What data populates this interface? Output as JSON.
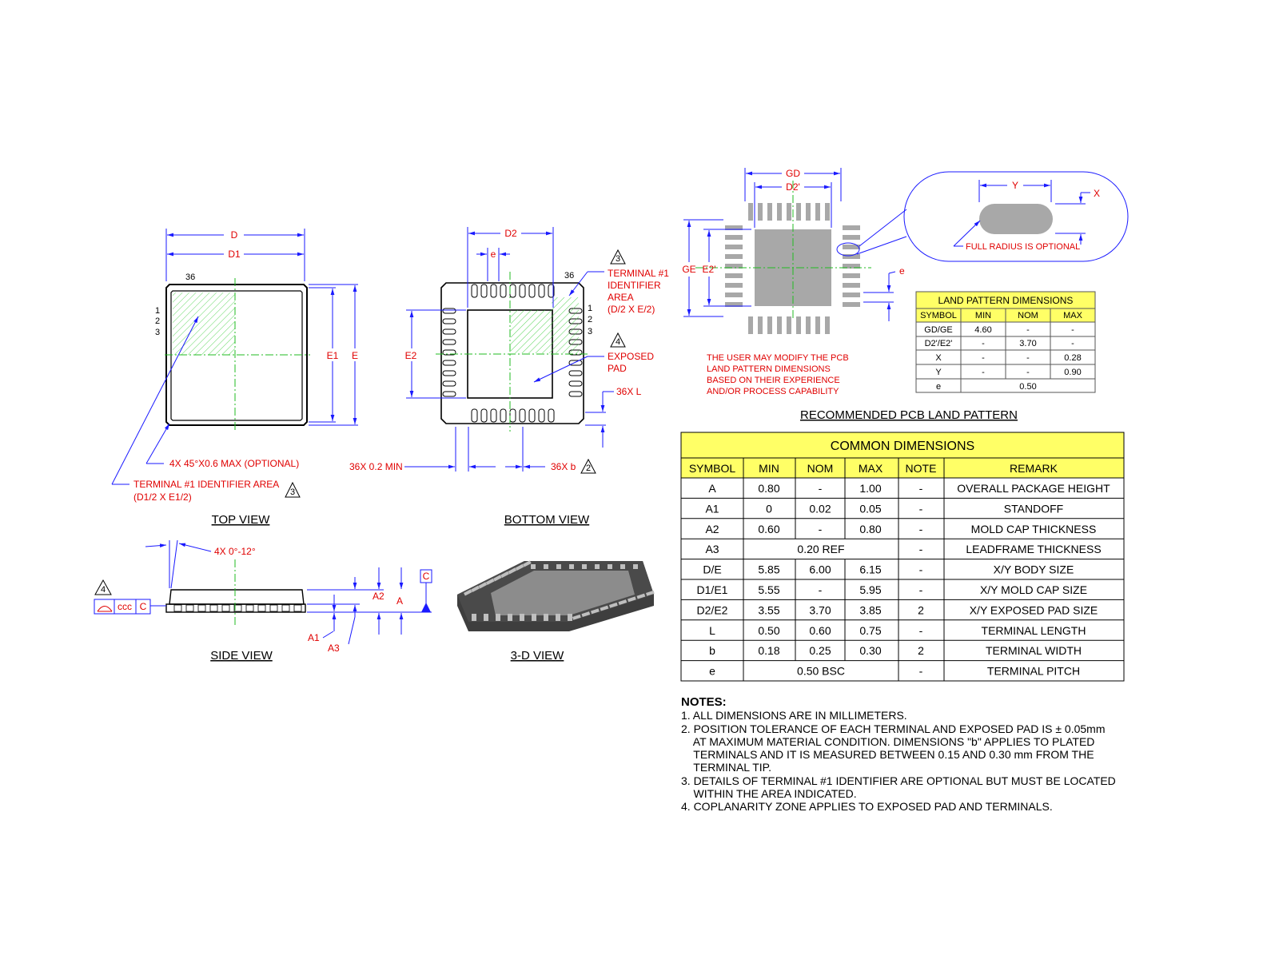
{
  "views": {
    "top_view": "TOP VIEW",
    "bottom_view": "BOTTOM VIEW",
    "side_view": "SIDE VIEW",
    "three_d_view": "3-D VIEW"
  },
  "top_labels": {
    "D": "D",
    "D1": "D1",
    "E1": "E1",
    "E": "E",
    "pin36": "36",
    "pin1": "1",
    "pin2": "2",
    "pin3": "3",
    "chamfer": "4X 45°X0.6 MAX (OPTIONAL)",
    "term_id_area": "TERMINAL #1 IDENTIFIER AREA",
    "term_id_dims": "(D1/2 X E1/2)",
    "note3": "3"
  },
  "bottom_labels": {
    "D2": "D2",
    "e": "e",
    "E2": "E2",
    "pin36": "36",
    "pin1": "1",
    "pin2": "2",
    "pin3": "3",
    "term_id_1": "TERMINAL #1",
    "term_id_2": "IDENTIFIER",
    "term_id_3": "AREA",
    "term_id_4": "(D/2 X E/2)",
    "exposed_1": "EXPOSED",
    "exposed_2": "PAD",
    "L": "36X L",
    "min": "36X 0.2 MIN",
    "b": "36X b",
    "note3": "3",
    "note4": "4",
    "note2": "2"
  },
  "side_labels": {
    "angle": "4X 0°-12°",
    "A2": "A2",
    "A": "A",
    "A1": "A1",
    "A3": "A3",
    "C": "C",
    "ccc": "ccc",
    "note4": "4"
  },
  "land_pattern": {
    "GD": "GD",
    "D2p": "D2'",
    "GE": "GE",
    "E2p": "E2'",
    "e": "e",
    "Y": "Y",
    "X": "X",
    "full_radius": "FULL RADIUS IS OPTIONAL",
    "user_note": [
      "THE USER MAY MODIFY THE PCB",
      "LAND PATTERN DIMENSIONS",
      "BASED ON THEIR EXPERIENCE",
      "AND/OR PROCESS CAPABILITY"
    ],
    "title": "RECOMMENDED PCB LAND PATTERN",
    "table": {
      "title": "LAND PATTERN DIMENSIONS",
      "headers": [
        "SYMBOL",
        "MIN",
        "NOM",
        "MAX"
      ],
      "rows": [
        [
          "GD/GE",
          "4.60",
          "-",
          "-"
        ],
        [
          "D2'/E2'",
          "-",
          "3.70",
          "-"
        ],
        [
          "X",
          "-",
          "-",
          "0.28"
        ],
        [
          "Y",
          "-",
          "-",
          "0.90"
        ]
      ],
      "last_row": [
        "e",
        "0.50"
      ]
    }
  },
  "common_dimensions": {
    "title": "COMMON DIMENSIONS",
    "headers": [
      "SYMBOL",
      "MIN",
      "NOM",
      "MAX",
      "NOTE",
      "REMARK"
    ],
    "rows": [
      {
        "symbol": "A",
        "min": "0.80",
        "nom": "-",
        "max": "1.00",
        "note": "-",
        "remark": "OVERALL PACKAGE HEIGHT"
      },
      {
        "symbol": "A1",
        "min": "0",
        "nom": "0.02",
        "max": "0.05",
        "note": "-",
        "remark": "STANDOFF"
      },
      {
        "symbol": "A2",
        "min": "0.60",
        "nom": "-",
        "max": "0.80",
        "note": "-",
        "remark": "MOLD CAP THICKNESS"
      },
      {
        "symbol": "A3",
        "merged": "0.20 REF",
        "note": "-",
        "remark": "LEADFRAME THICKNESS"
      },
      {
        "symbol": "D/E",
        "min": "5.85",
        "nom": "6.00",
        "max": "6.15",
        "note": "-",
        "remark": "X/Y BODY SIZE"
      },
      {
        "symbol": "D1/E1",
        "min": "5.55",
        "nom": "-",
        "max": "5.95",
        "note": "-",
        "remark": "X/Y MOLD CAP SIZE"
      },
      {
        "symbol": "D2/E2",
        "min": "3.55",
        "nom": "3.70",
        "max": "3.85",
        "note": "2",
        "remark": "X/Y EXPOSED PAD SIZE"
      },
      {
        "symbol": "L",
        "min": "0.50",
        "nom": "0.60",
        "max": "0.75",
        "note": "-",
        "remark": "TERMINAL LENGTH"
      },
      {
        "symbol": "b",
        "min": "0.18",
        "nom": "0.25",
        "max": "0.30",
        "note": "2",
        "remark": "TERMINAL WIDTH"
      },
      {
        "symbol": "e",
        "merged": "0.50 BSC",
        "note": "-",
        "remark": "TERMINAL PITCH"
      }
    ]
  },
  "notes": {
    "heading": "NOTES:",
    "lines": [
      "1. ALL DIMENSIONS ARE IN MILLIMETERS.",
      "2. POSITION TOLERANCE OF EACH TERMINAL AND EXPOSED PAD IS ± 0.05mm",
      "    AT MAXIMUM MATERIAL CONDITION. DIMENSIONS \"b\" APPLIES TO PLATED",
      "    TERMINALS AND IT IS MEASURED BETWEEN 0.15 AND 0.30 mm FROM THE",
      "    TERMINAL TIP.",
      "3. DETAILS OF TERMINAL #1 IDENTIFIER ARE OPTIONAL BUT MUST BE LOCATED",
      "    WITHIN THE AREA INDICATED.",
      "4. COPLANARITY ZONE APPLIES TO EXPOSED PAD AND TERMINALS."
    ]
  },
  "colors": {
    "dimension_text": "#e00000",
    "dimension_lines": "#1a1aff",
    "centerlines": "#22bb22",
    "table_header": "#ffff66",
    "pad_gray": "#a8a8a8"
  }
}
